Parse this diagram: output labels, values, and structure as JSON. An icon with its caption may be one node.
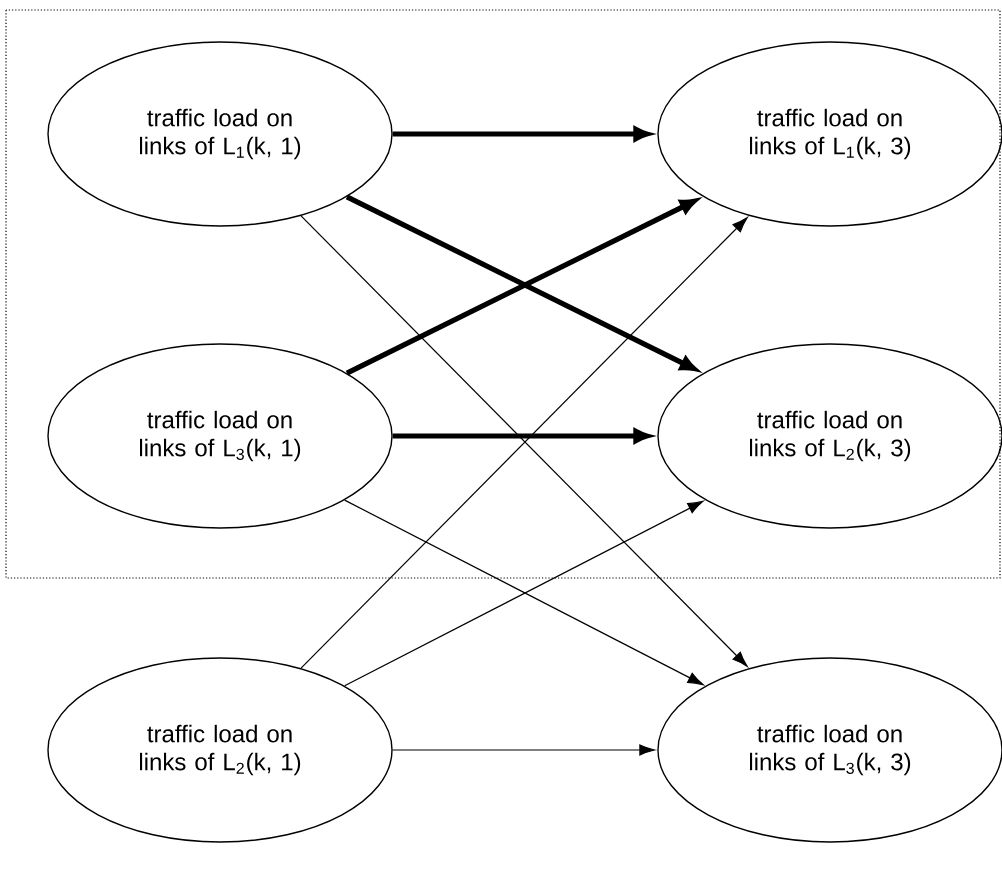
{
  "diagram": {
    "nodes": [
      {
        "text": [
          "traffic load on links of L$_{1}$(k, 1)"
        ]
      },
      {
        "text": [
          "traffic load on links of L$_{1}$(k, 3)"
        ]
      },
      {
        "text": [
          "traffic load on links of L$_{3}$(k, 1)"
        ]
      },
      {
        "text": [
          "traffic load on links of L$_{2}$(k, 3)"
        ]
      },
      {
        "text": [
          "traffic load on links of L$_{2}$(k, 1)"
        ]
      },
      {
        "text": [
          "traffic load on links of L$_{3}$(k, 3)"
        ]
      }
    ],
    "edges": [
      {
        "from": 0,
        "to": 1,
        "arrow": "to",
        "style": "thick"
      },
      {
        "from": 0,
        "to": 3,
        "arrow": "to",
        "style": "thick"
      },
      {
        "from": 0,
        "to": 5,
        "arrow": "to"
      },
      {
        "from": 2,
        "to": 1,
        "arrow": "to",
        "style": "thick"
      },
      {
        "from": 2,
        "to": 3,
        "arrow": "to",
        "style": "thick"
      },
      {
        "from": 2,
        "to": 5,
        "arrow": "to"
      },
      {
        "from": 4,
        "to": 1,
        "arrow": "to"
      },
      {
        "from": 4,
        "to": 3,
        "arrow": "to"
      },
      {
        "from": 4,
        "to": 5,
        "arrow": "to"
      }
    ]
  }
}
